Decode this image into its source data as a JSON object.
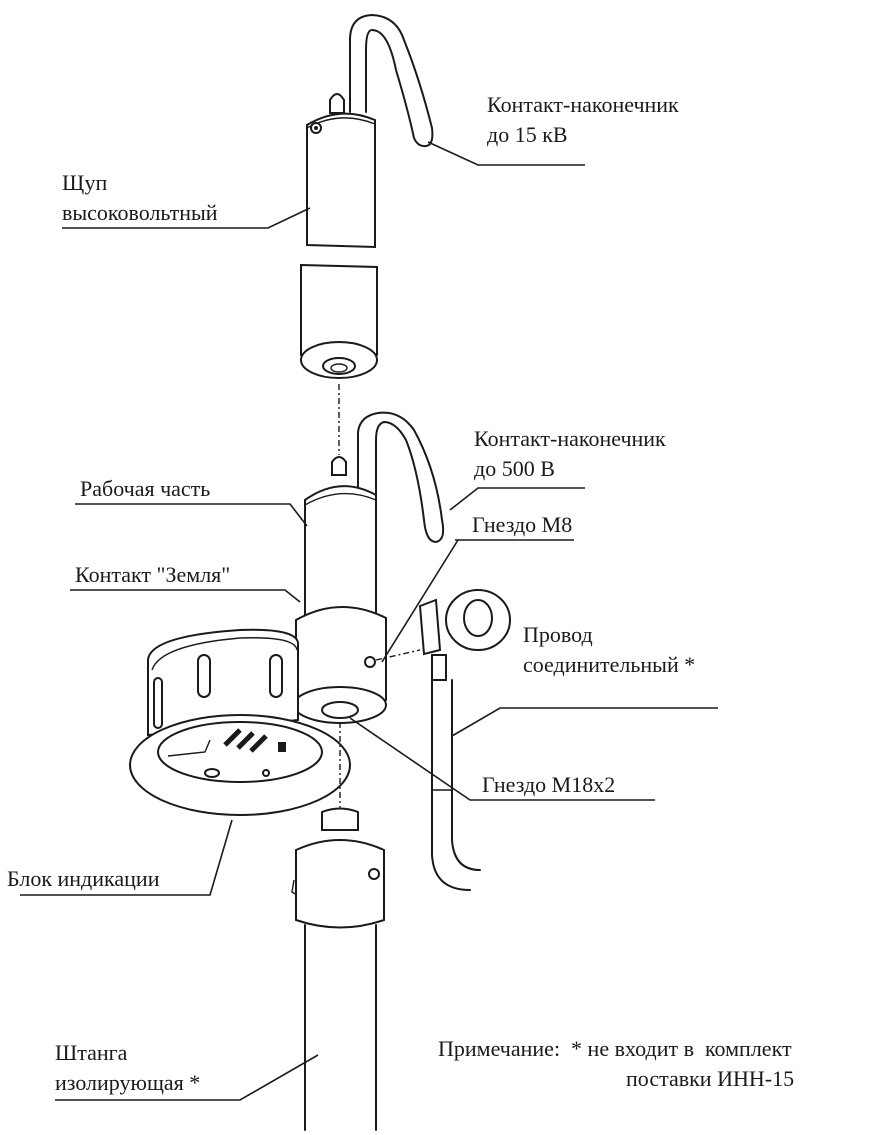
{
  "labels": {
    "contact_tip_15kv": {
      "line1": "Контакт-наконечник",
      "line2": "до 15 кВ"
    },
    "hv_probe": {
      "line1": "Щуп",
      "line2": "высоковольтный"
    },
    "contact_tip_500v": {
      "line1": "Контакт-наконечник",
      "line2": "до 500 В"
    },
    "working_part": "Рабочая часть",
    "socket_m8": "Гнездо М8",
    "ground_contact": "Контакт \"Земля\"",
    "connecting_wire": {
      "line1": "Провод",
      "line2": "соединительный *"
    },
    "socket_m18": "Гнездо М18х2",
    "indication_unit": "Блок индикации",
    "insulating_rod": {
      "line1": "Штанга",
      "line2": "изолирующая *"
    }
  },
  "note": {
    "line1": "Примечание:  * не входит в  комплект",
    "line2": "поставки ИНН-15"
  }
}
